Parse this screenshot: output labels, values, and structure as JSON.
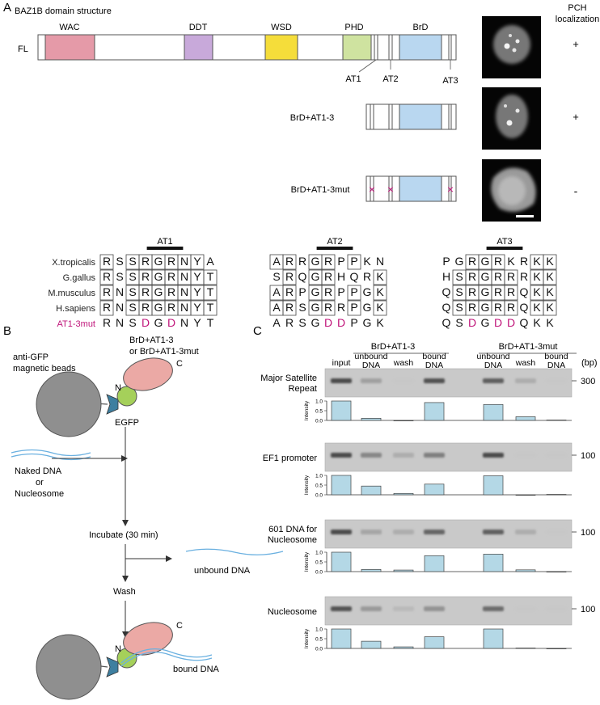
{
  "panel_a": {
    "letter": "A",
    "title": "BAZ1B domain structure",
    "localization_header": [
      "PCH",
      "localization"
    ],
    "fl_label": "FL",
    "domains": {
      "wac": "WAC",
      "ddt": "DDT",
      "wsd": "WSD",
      "phd": "PHD",
      "brd": "BrD"
    },
    "at_labels": {
      "at1": "AT1",
      "at2": "AT2",
      "at3": "AT3"
    },
    "constructs": [
      {
        "label": "FL",
        "localization": "+"
      },
      {
        "label": "BrD+AT1-3",
        "localization": "+"
      },
      {
        "label": "BrD+AT1-3mut",
        "localization": "-"
      }
    ],
    "alignment": {
      "species": [
        "X.tropicalis",
        "G.gallus",
        "M.musculus",
        "H.sapiens",
        "AT1-3mut"
      ],
      "blocks": [
        {
          "title": "AT1",
          "rows": [
            "RSSRGRNYA",
            "RSSRGRNYT",
            "RNSRGRNYT",
            "RNSRGRNYT",
            "RNSDGDNYT"
          ],
          "mut_pos": [
            3,
            5
          ]
        },
        {
          "title": "AT2",
          "rows": [
            "ARRGRPPKN",
            "SRQGRHQRK",
            "ARPGRPPGK",
            "ARSGRRPGK",
            "ARSGDDPGK"
          ],
          "mut_pos": [
            4,
            5
          ]
        },
        {
          "title": "AT3",
          "rows": [
            "PGRGRKRKK",
            "HSRGRRRKK",
            "QSRGRRQKK",
            "QSRGRRQKK",
            "QSDGDDQKK"
          ],
          "mut_pos": [
            2,
            4,
            5
          ]
        }
      ]
    }
  },
  "panel_b": {
    "letter": "B",
    "construct_label": [
      "BrD+AT1-3",
      "or BrD+AT1-3mut"
    ],
    "beads_label": [
      "anti-GFP",
      "magnetic beads"
    ],
    "egfp_label": "EGFP",
    "n_label": "N",
    "c_label": "C",
    "input_label": [
      "Naked DNA",
      "or",
      "Nucleosome"
    ],
    "steps": {
      "incubate": "Incubate (30 min)",
      "wash": "Wash"
    },
    "unbound_label": "unbound DNA",
    "bound_label": "bound DNA"
  },
  "panel_c": {
    "letter": "C",
    "group1": "BrD+AT1-3",
    "group2": "BrD+AT1-3mut",
    "bp_label": "(bp)",
    "lanes": [
      [
        "input"
      ],
      [
        "unbound",
        "DNA"
      ],
      [
        "wash"
      ],
      [
        "bound",
        "DNA"
      ],
      [
        "unbound",
        "DNA"
      ],
      [
        "wash"
      ],
      [
        "bound",
        "DNA"
      ]
    ],
    "intensity_axis_label": "Intensity",
    "intensity_ticks": [
      "1.0",
      "0.5",
      "0.0"
    ]
  },
  "chart_data": [
    {
      "type": "bar",
      "title": "Major Satellite Repeat",
      "marker_bp": "300",
      "ylabel": "Intensity",
      "ylim": [
        0,
        1
      ],
      "categories": [
        "input",
        "unbound DNA",
        "wash",
        "bound DNA",
        "unbound DNA",
        "wash",
        "bound DNA"
      ],
      "values": [
        1.0,
        0.11,
        0.0,
        0.92,
        0.82,
        0.19,
        0.02
      ]
    },
    {
      "type": "bar",
      "title": "EF1 promoter",
      "marker_bp": "100",
      "ylabel": "Intensity",
      "ylim": [
        0,
        1
      ],
      "categories": [
        "input",
        "unbound DNA",
        "wash",
        "bound DNA",
        "unbound DNA",
        "wash",
        "bound DNA"
      ],
      "values": [
        1.0,
        0.45,
        0.07,
        0.55,
        0.98,
        0.0,
        0.02
      ]
    },
    {
      "type": "bar",
      "title": "601 DNA for Nucleosome",
      "marker_bp": "100",
      "ylabel": "Intensity",
      "ylim": [
        0,
        1
      ],
      "categories": [
        "input",
        "unbound DNA",
        "wash",
        "bound DNA",
        "unbound DNA",
        "wash",
        "bound DNA"
      ],
      "values": [
        1.0,
        0.11,
        0.08,
        0.82,
        0.9,
        0.09,
        0.0
      ]
    },
    {
      "type": "bar",
      "title": "Nucleosome",
      "marker_bp": "100",
      "ylabel": "Intensity",
      "ylim": [
        0,
        1
      ],
      "categories": [
        "input",
        "unbound DNA",
        "wash",
        "bound DNA",
        "unbound DNA",
        "wash",
        "bound DNA"
      ],
      "values": [
        1.0,
        0.37,
        0.08,
        0.6,
        1.0,
        0.02,
        0.0
      ]
    }
  ],
  "gel_data": [
    {
      "bands": [
        1.0,
        0.35,
        0.05,
        0.95,
        0.85,
        0.25,
        0.05
      ]
    },
    {
      "bands": [
        1.0,
        0.55,
        0.25,
        0.6,
        1.0,
        0.05,
        0.05
      ]
    },
    {
      "bands": [
        1.0,
        0.3,
        0.25,
        0.8,
        0.85,
        0.25,
        0.05
      ]
    },
    {
      "bands": [
        0.95,
        0.4,
        0.15,
        0.45,
        0.75,
        0.05,
        0.05
      ]
    }
  ],
  "colors": {
    "wac": "#e59aa8",
    "ddt": "#c8a9da",
    "wsd": "#f5dd3a",
    "phd": "#cfe3a0",
    "brd": "#b9d7f0",
    "mutation": "#c0157a",
    "bar": "#b4d8e6",
    "egfp": "#a5d05a",
    "protein": "#eba9a5",
    "bead": "#8f8f8f",
    "dna": "#6ab0e0",
    "antibody": "#3e7fa0"
  }
}
